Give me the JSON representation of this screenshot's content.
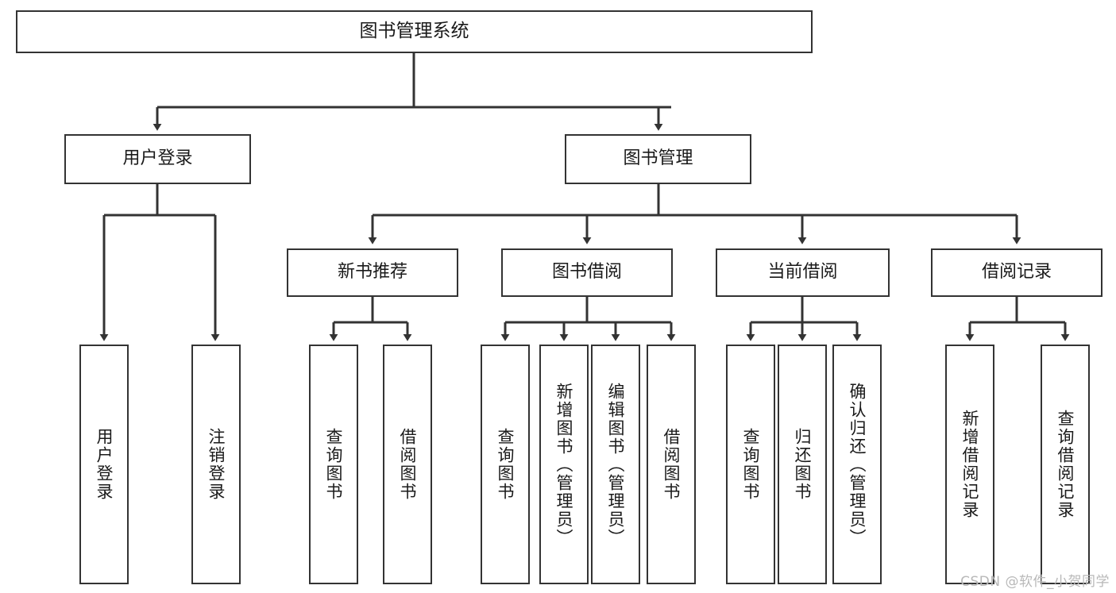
{
  "diagram": {
    "title": "图书管理系统",
    "type": "tree-hierarchy",
    "root": {
      "label": "图书管理系统"
    },
    "level2": [
      {
        "label": "用户登录"
      },
      {
        "label": "图书管理"
      }
    ],
    "level3": [
      {
        "label": "新书推荐"
      },
      {
        "label": "图书借阅"
      },
      {
        "label": "当前借阅"
      },
      {
        "label": "借阅记录"
      }
    ],
    "leaves": {
      "user_login": [
        {
          "label": "用户登录"
        },
        {
          "label": "注销登录"
        }
      ],
      "new_book_recommend": [
        {
          "label": "查询图书"
        },
        {
          "label": "借阅图书"
        }
      ],
      "book_borrow": [
        {
          "label": "查询图书"
        },
        {
          "label": "新增图书（管理员）"
        },
        {
          "label": "编辑图书（管理员）"
        },
        {
          "label": "借阅图书"
        }
      ],
      "current_borrow": [
        {
          "label": "查询图书"
        },
        {
          "label": "归还图书"
        },
        {
          "label": "确认归还（管理员）"
        }
      ],
      "borrow_record": [
        {
          "label": "新增借阅记录"
        },
        {
          "label": "查询借阅记录"
        }
      ]
    }
  },
  "watermark": {
    "text": "CSDN @软件_小贺同学"
  },
  "colors": {
    "stroke": "#333333",
    "background": "#ffffff",
    "text": "#1a1a1a",
    "watermark": "#b8b8b8"
  }
}
